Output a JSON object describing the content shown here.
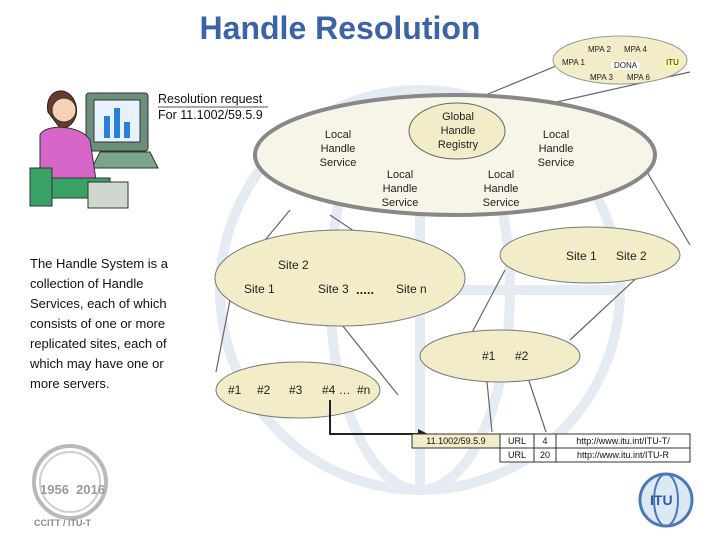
{
  "title": "Handle Resolution",
  "request": {
    "line1": "Resolution request",
    "line2": "For 11.1002/59.5.9"
  },
  "description": "The Handle System is a collection of Handle Services, each of which consists of one or more replicated sites, each of which may have one or more servers.",
  "gho": {
    "mpa1": "MPA 1",
    "mpa2": "MPA 2",
    "mpa3": "MPA 3",
    "mpa4": "MPA 4",
    "mpa6": "MPA 6",
    "dona": "DONA",
    "itu": "ITU"
  },
  "global_registry": "Global\nHandle\nRegistry",
  "lhs_left": "Local\nHandle\nService",
  "lhs_right": "Local\nHandle\nService",
  "lhs_center_left": "Local\nHandle\nService",
  "lhs_center_right": "Local\nHandle\nService",
  "sites": {
    "site1": "Site 1",
    "site2": "Site 2",
    "site3": "Site 3",
    "dots": ".....",
    "siten": "Site n"
  },
  "right_sites": {
    "site1": "Site 1",
    "site2": "Site 2"
  },
  "servers": [
    "#1",
    "#2",
    "#3",
    "#4 …",
    "#n"
  ],
  "right_servers": [
    "#1",
    "#2"
  ],
  "record": {
    "handle": "11.1002/59.5.9",
    "rows": [
      {
        "type": "URL",
        "index": "4",
        "data": "http://www.itu.int/ITU-T/"
      },
      {
        "type": "URL",
        "index": "20",
        "data": "http://www.itu.int/ITU-R"
      }
    ]
  },
  "logo_left": {
    "year1": "1956",
    "year2": "2016",
    "sub": "CCITT / ITU-T"
  },
  "logo_right": {
    "text": "ITU"
  }
}
